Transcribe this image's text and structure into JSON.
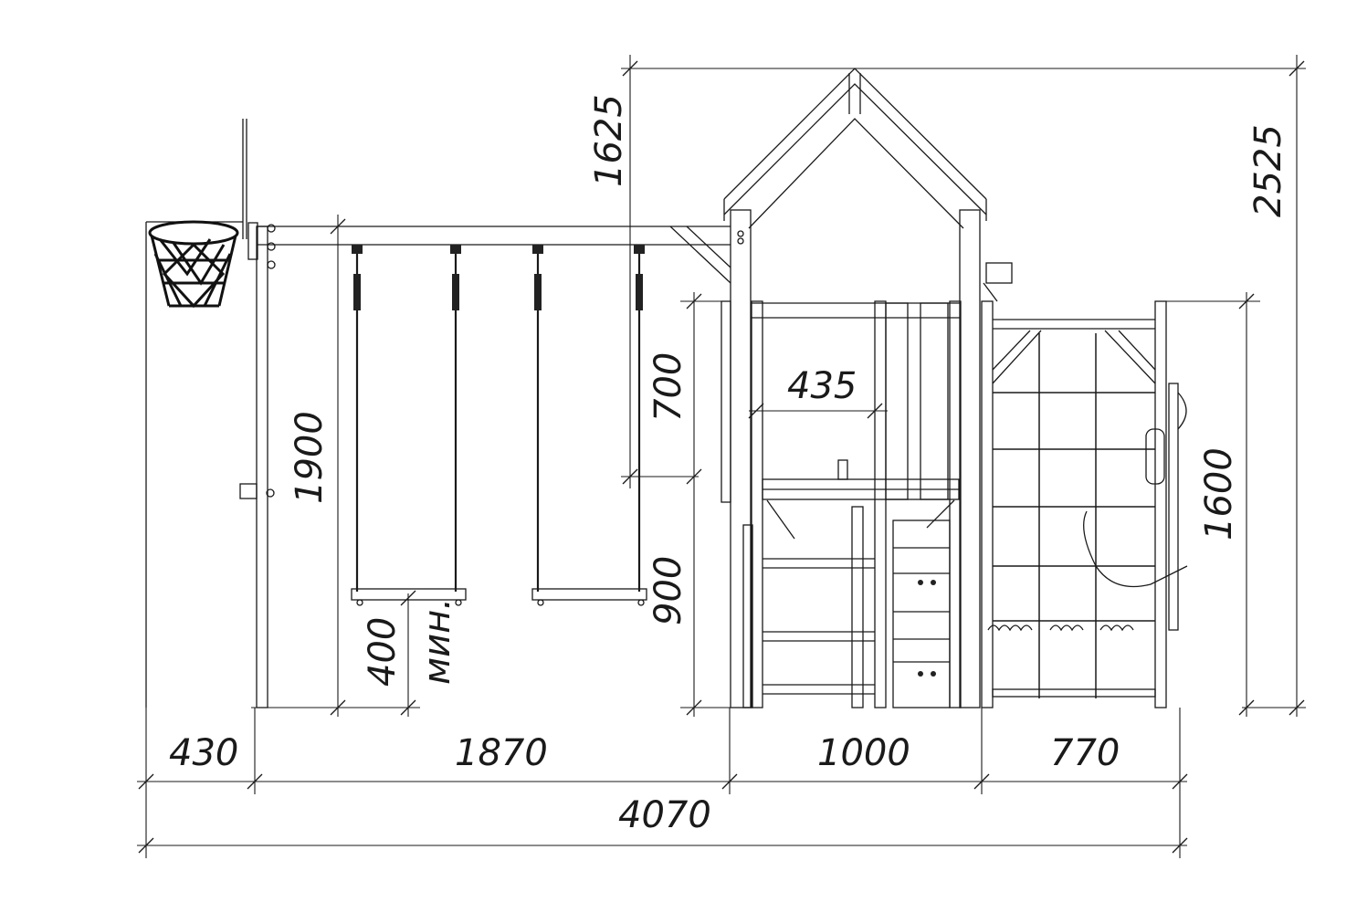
{
  "dimensions": {
    "d430": "430",
    "d1870": "1870",
    "d1000": "1000",
    "d770": "770",
    "d4070": "4070",
    "d1625": "1625",
    "d2525": "2525",
    "d1900": "1900",
    "d700": "700",
    "d435": "435",
    "d900": "900",
    "d1600": "1600",
    "d400": "400",
    "min_label": "мин."
  }
}
